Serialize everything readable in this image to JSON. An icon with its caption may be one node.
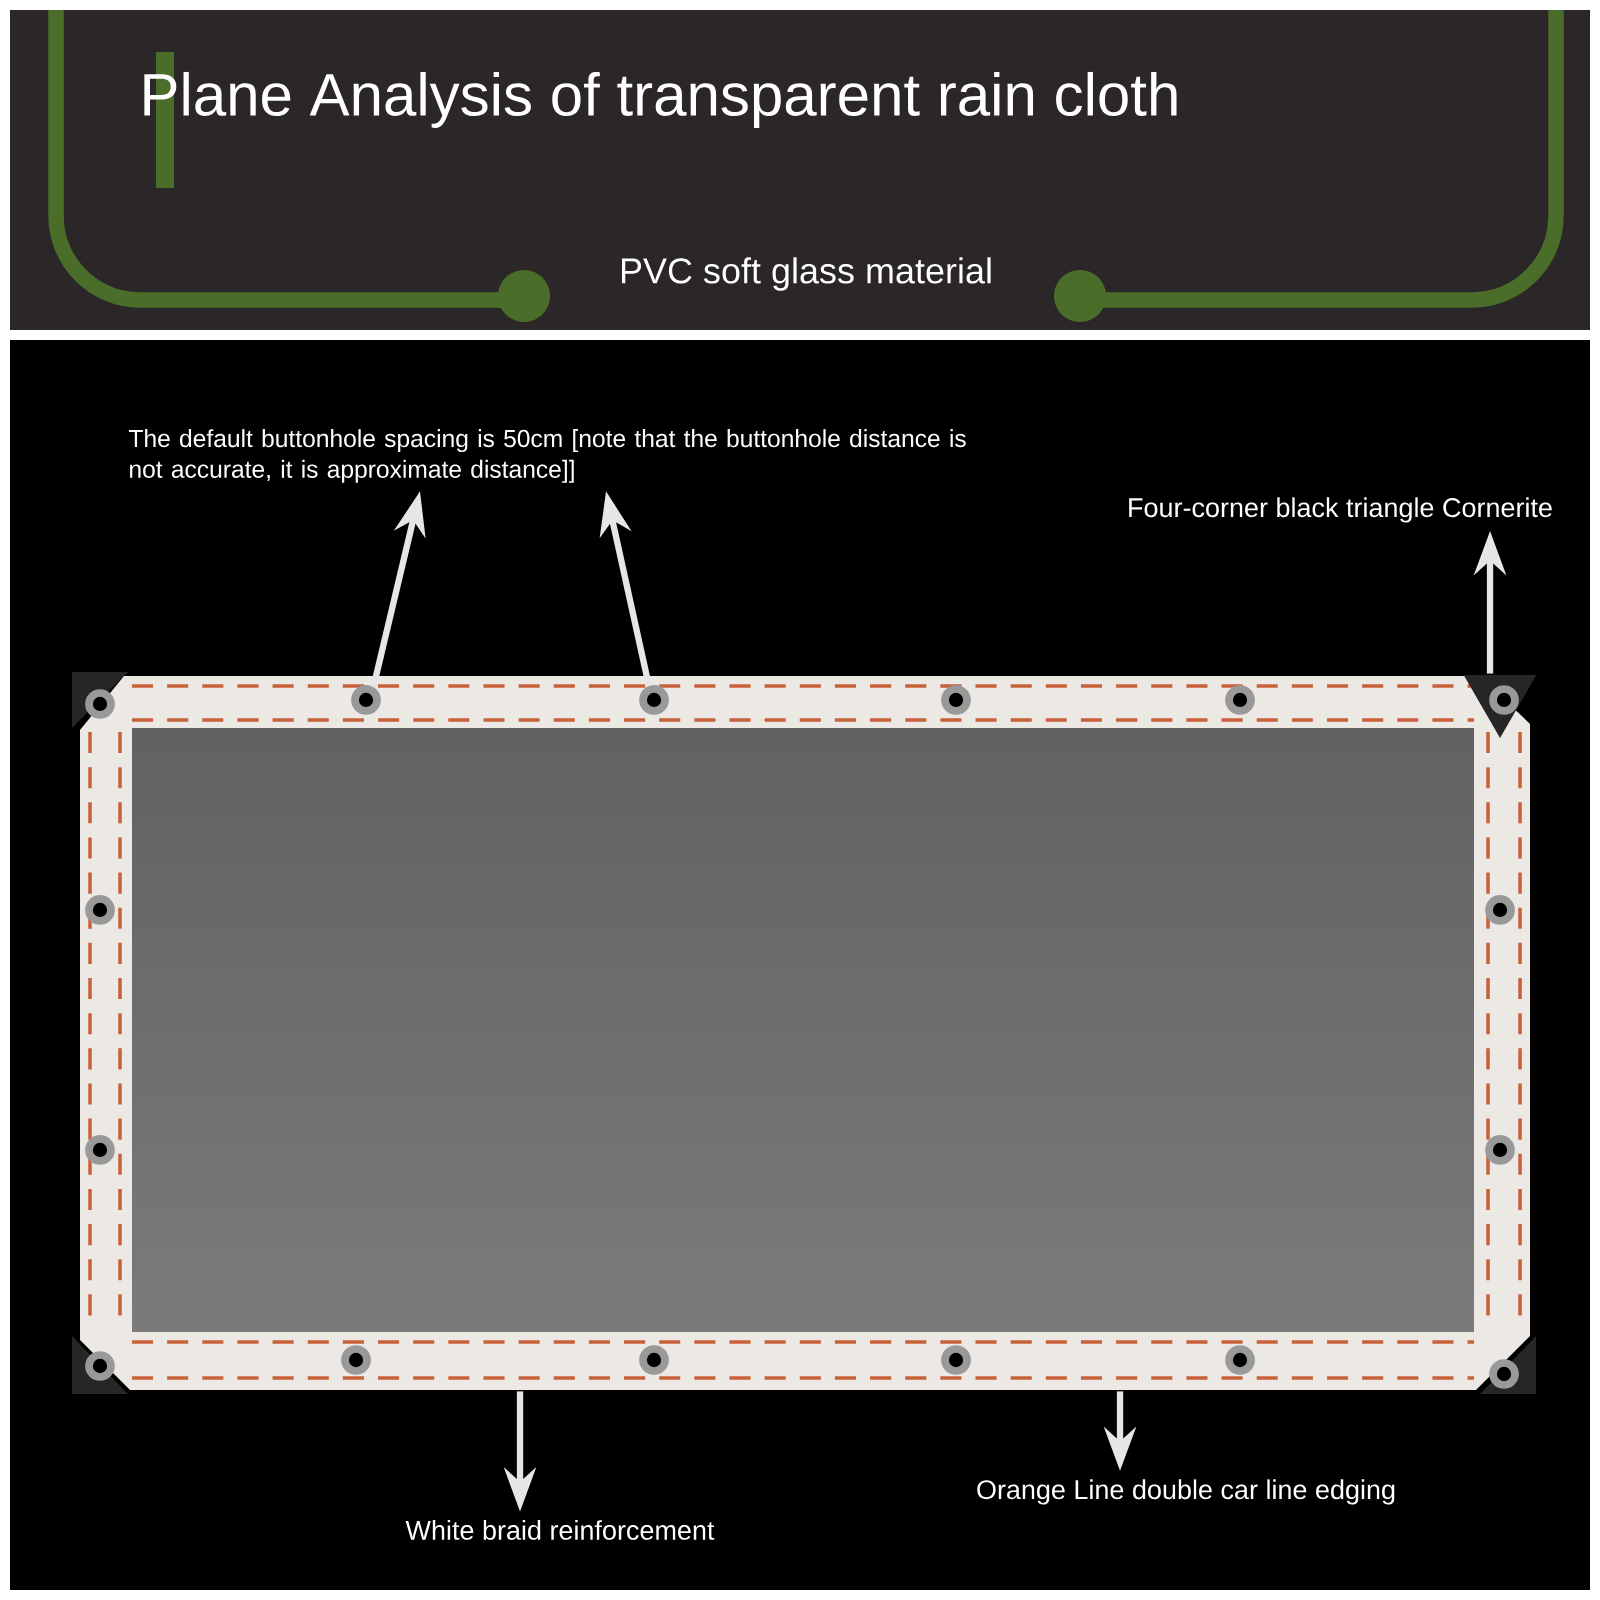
{
  "diagram": {
    "title": "Plane Analysis of transparent rain cloth",
    "nodes": [
      {
        "text": [
          "The default buttonhole spacing is 50cm [note that the buttonhole distance is not accurate, it is approximate distance]]"
        ]
      },
      {
        "text": [
          "Four-corner black triangle Cornerite"
        ]
      },
      {
        "text": [
          "White braid reinforcement"
        ]
      },
      {
        "text": [
          "Orange Line double car line edging"
        ]
      },
      {
        "text": [],
        "shape": "circle"
      },
      {
        "text": [],
        "shape": "circle"
      },
      {
        "text": [],
        "shape": "triangle"
      },
      {
        "text": [],
        "shape": "bar"
      }
    ],
    "edges": [
      {
        "from": 4,
        "to": 0,
        "arrow": "to"
      },
      {
        "from": 5,
        "to": 0,
        "arrow": "to"
      },
      {
        "from": 6,
        "to": 1,
        "arrow": "to"
      },
      {
        "from": 7,
        "to": 2,
        "arrow": "to"
      },
      {
        "from": 7,
        "to": 3,
        "arrow": "to"
      }
    ],
    "labels": [
      "PVC soft glass material"
    ]
  }
}
